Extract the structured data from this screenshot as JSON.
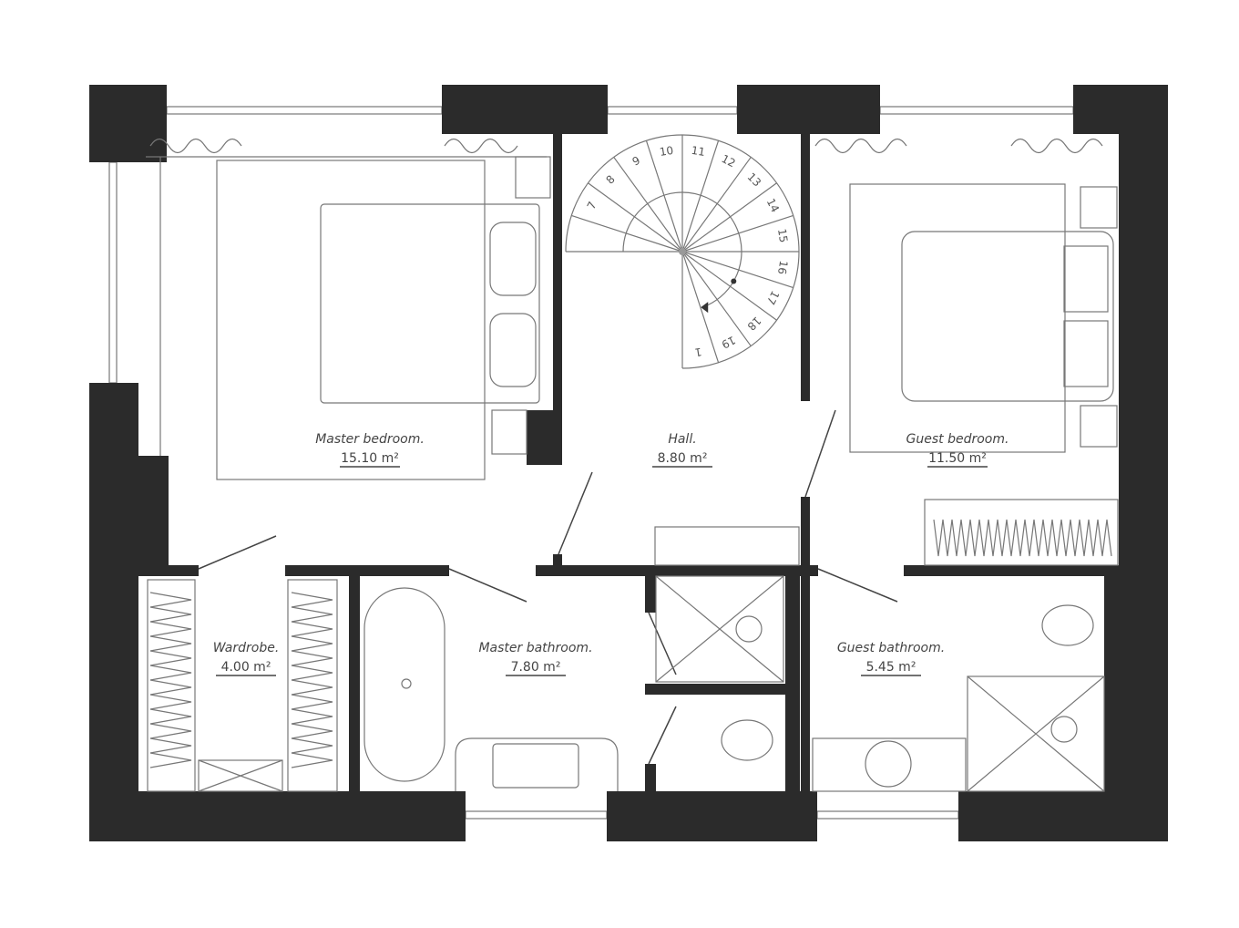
{
  "colors": {
    "wall": "#2b2b2b",
    "line": "#777777",
    "background": "#ffffff"
  },
  "rooms": [
    {
      "name": "Master bedroom.",
      "area": "15.10 m²"
    },
    {
      "name": "Hall.",
      "area": "8.80 m²"
    },
    {
      "name": "Guest bedroom.",
      "area": "11.50 m²"
    },
    {
      "name": "Wardrobe.",
      "area": "4.00 m²"
    },
    {
      "name": "Master bathroom.",
      "area": "7.80 m²"
    },
    {
      "name": "Guest bathroom.",
      "area": "5.45 m²"
    }
  ],
  "stairs": {
    "steps": [
      "",
      "7",
      "8",
      "9",
      "10",
      "11",
      "12",
      "13",
      "14",
      "15",
      "16",
      "17",
      "18",
      "19",
      "1"
    ]
  }
}
